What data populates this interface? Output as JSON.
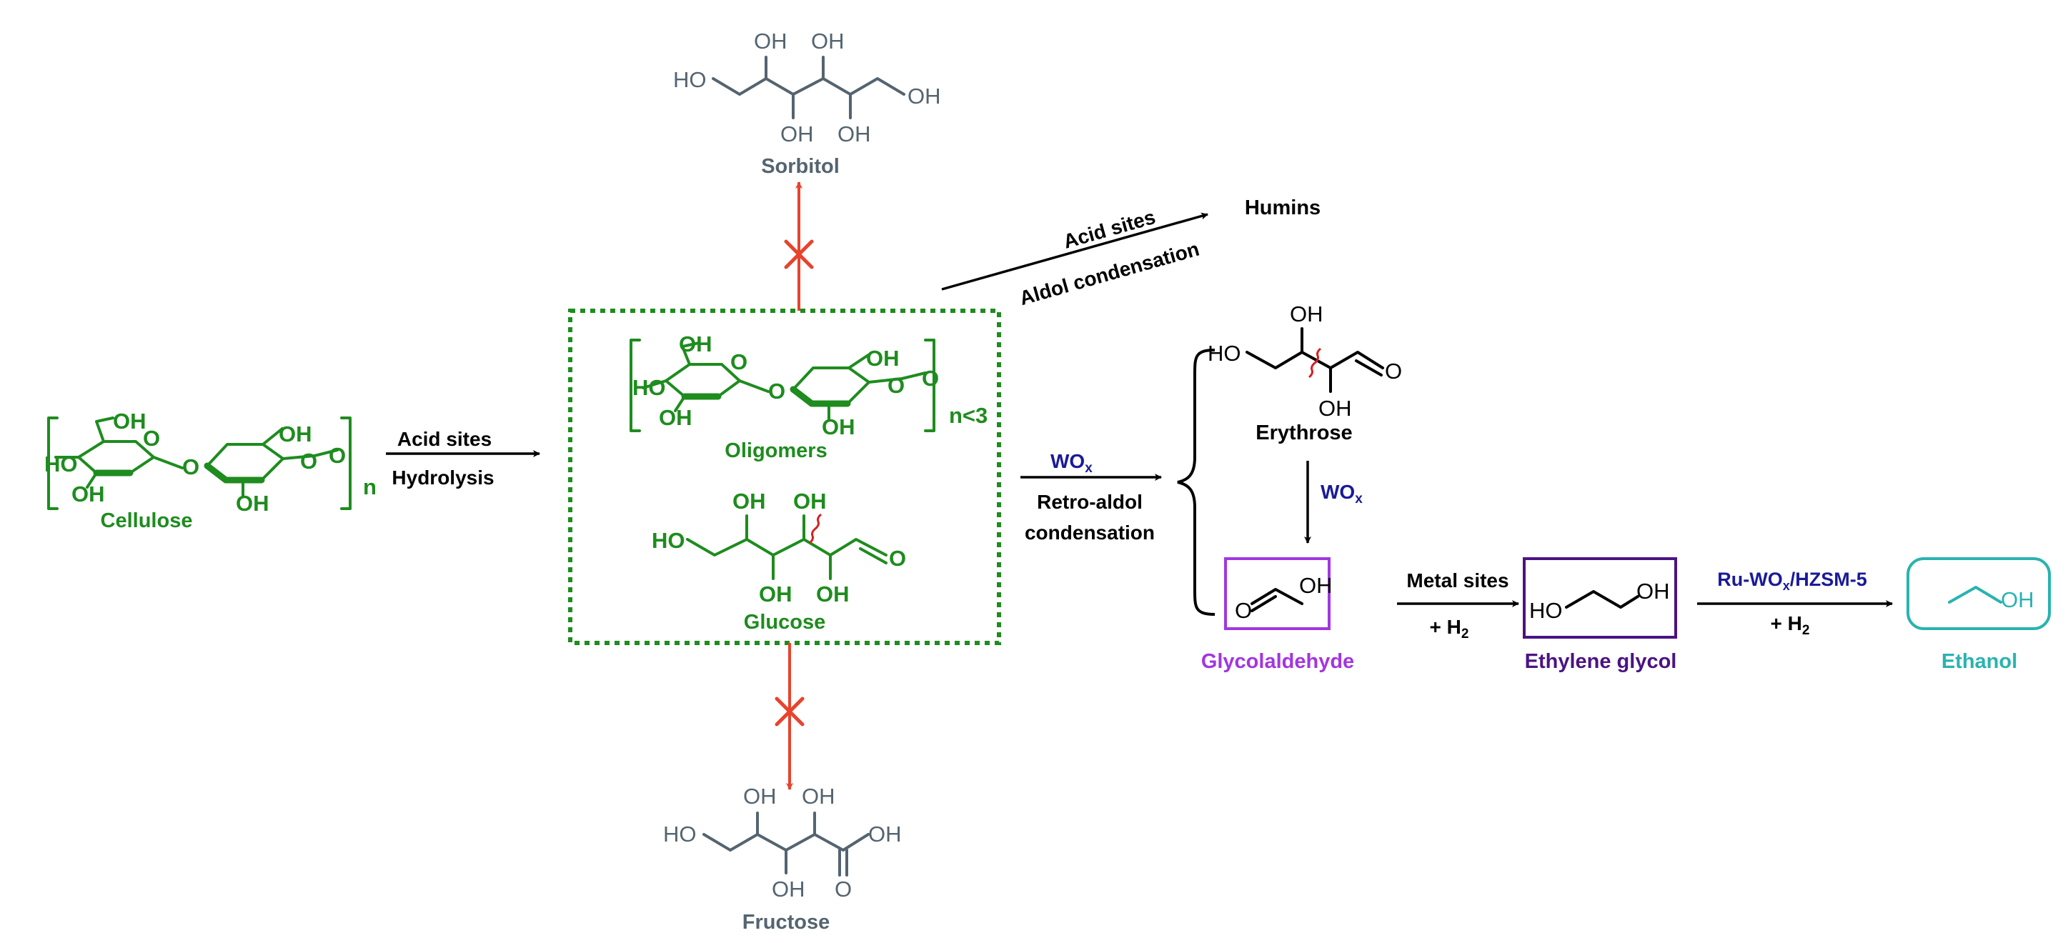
{
  "colors": {
    "green": "#1e8c1e",
    "gray": "#546470",
    "black": "#000000",
    "red": "#e8432c",
    "purple": "#a236e0",
    "dark_purple": "#4b1383",
    "navy": "#1a1a99",
    "teal": "#2ab3b0"
  },
  "labels": {
    "cellulose": "Cellulose",
    "oligomers": "Oligomers",
    "glucose": "Glucose",
    "sorbitol": "Sorbitol",
    "fructose": "Fructose",
    "humins": "Humins",
    "erythrose": "Erythrose",
    "glycolaldehyde": "Glycolaldehyde",
    "ethylene_glycol": "Ethylene glycol",
    "ethanol": "Ethanol"
  },
  "conditions": {
    "acid_sites_1": "Acid sites",
    "hydrolysis": "Hydrolysis",
    "acid_sites_2": "Acid sites",
    "aldol_condensation": "Aldol condensation",
    "wox_main": "WO",
    "wox_main_sub": "x",
    "retro_aldol": "Retro-aldol",
    "condensation": "condensation",
    "wox_down": "WO",
    "wox_down_sub": "x",
    "metal_sites": "Metal sites",
    "h2_1_prefix": "+ H",
    "h2_1_sub": "2",
    "ru_catalyst_a": "Ru-WO",
    "ru_catalyst_sub": "x",
    "ru_catalyst_b": "/HZSM-5",
    "h2_2_prefix": "+ H",
    "h2_2_sub": "2"
  },
  "atoms": {
    "oh": "OH",
    "ho": "HO",
    "o": "O",
    "n": "n",
    "n_less_3": "n<3"
  }
}
